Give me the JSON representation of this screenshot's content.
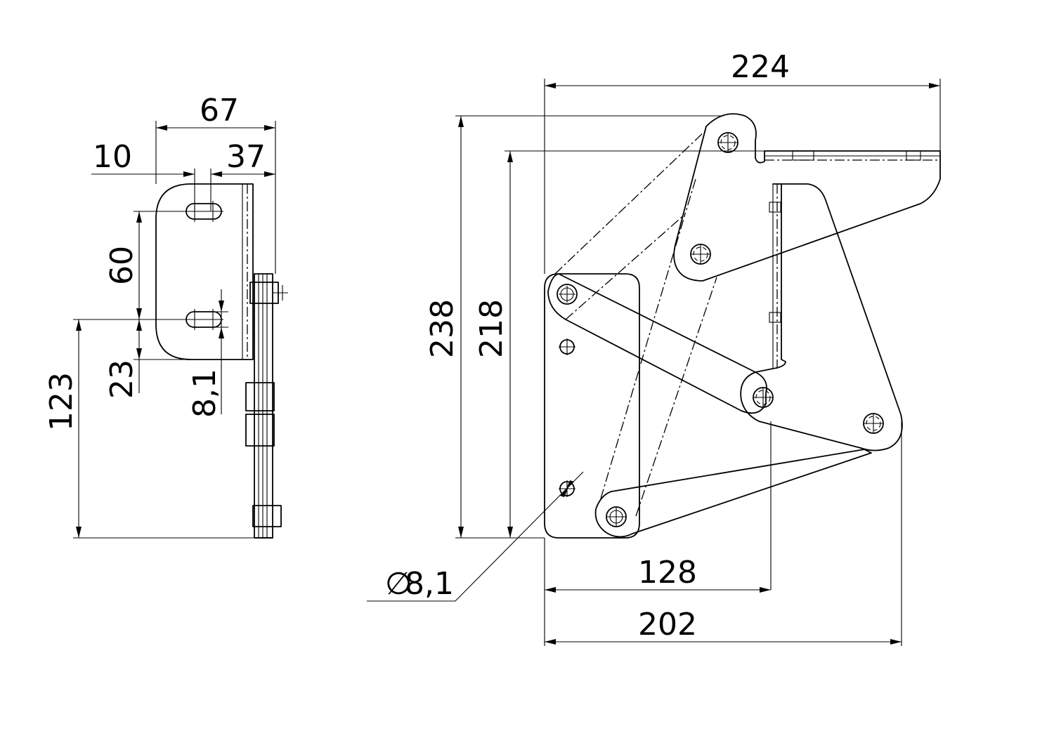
{
  "dimensions": {
    "side_width_total": "67",
    "side_slot_offset": "10",
    "side_right_part": "37",
    "side_slot_spacing": "60",
    "side_bottom_offset": "23",
    "side_slot_width": "8,1",
    "side_height": "123",
    "front_total_width": "224",
    "front_total_height": "238",
    "front_inner_height": "218",
    "front_base_width": "128",
    "front_overall_width": "202",
    "hole_diameter": "8,1"
  },
  "symbols": {
    "diameter": "∅"
  }
}
